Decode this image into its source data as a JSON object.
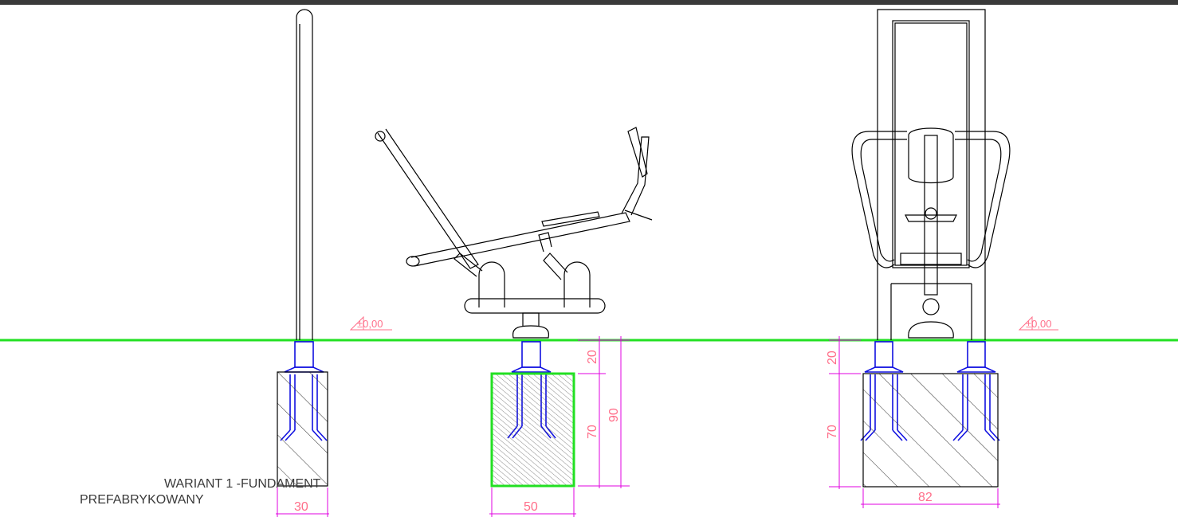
{
  "note": {
    "line1": "WARIANT 1 -FUNDAMENT",
    "line2": "PREFABRYKOWANY"
  },
  "levels": {
    "left": "±0,00",
    "right": "±0,00"
  },
  "dimensions": {
    "post_foundation_width": "30",
    "middle_foundation_width": "50",
    "right_foundation_width": "82",
    "middle_embed_depth": "20",
    "middle_block_height": "70",
    "middle_total_depth": "90",
    "right_embed_depth": "20",
    "right_block_height": "70"
  },
  "colors": {
    "ground_line": "#22e022",
    "dimension": "#ff6f8a",
    "dimension_line": "#e000e0",
    "anchor": "#1010e0",
    "outline": "#000000"
  }
}
